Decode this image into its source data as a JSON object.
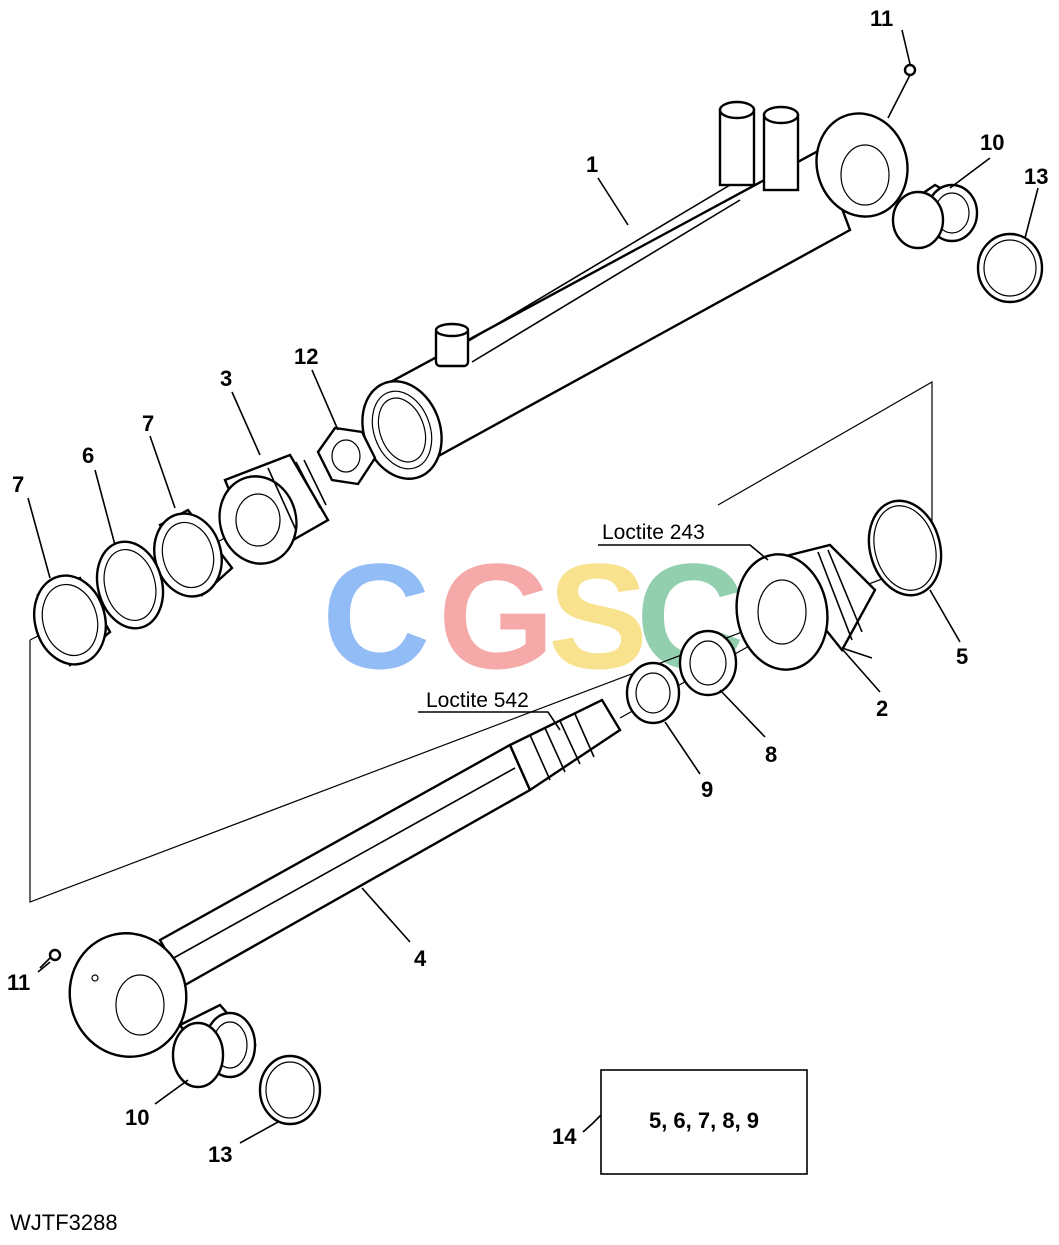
{
  "diagram": {
    "figure_id": "WJTF3288",
    "callouts": {
      "c1": "1",
      "c2": "2",
      "c3": "3",
      "c4": "4",
      "c5": "5",
      "c6": "6",
      "c7a": "7",
      "c7b": "7",
      "c8": "8",
      "c9": "9",
      "c10a": "10",
      "c10b": "10",
      "c11a": "11",
      "c11b": "11",
      "c12": "12",
      "c13a": "13",
      "c13b": "13",
      "c14": "14"
    },
    "notes": {
      "loctite_243": "Loctite 243",
      "loctite_542": "Loctite 542"
    },
    "kit_contents": "5, 6, 7, 8, 9"
  },
  "watermark": {
    "letters": [
      "C",
      "G",
      "S",
      "C"
    ],
    "colors": [
      "#7fb1f5",
      "#f49b9b",
      "#f8de7a",
      "#7fc7a0"
    ]
  }
}
